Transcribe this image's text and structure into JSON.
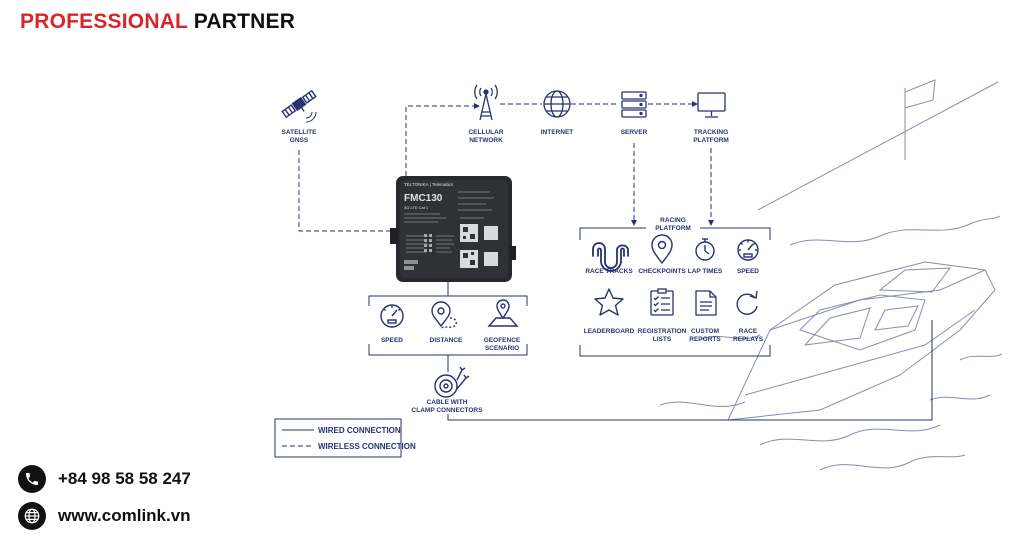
{
  "header": {
    "brand_part1": "PROFESSIONAL",
    "brand_part2": "PARTNER",
    "brand_color": "#d7262b"
  },
  "diagram": {
    "line_color": "#2a3170",
    "nodes": {
      "satellite": [
        "SATELLITE",
        "GNSS"
      ],
      "cellular": [
        "CELLULAR",
        "NETWORK"
      ],
      "internet": [
        "INTERNET"
      ],
      "server": [
        "SERVER"
      ],
      "tracking": [
        "TRACKING",
        "PLATFORM"
      ]
    },
    "device": {
      "brand": "TELTONIKA | Telematics",
      "model": "FMC130",
      "subtitle": "4G LTE Cat 1"
    },
    "racing_platform": {
      "title": [
        "RACING",
        "PLATFORM"
      ],
      "items": [
        {
          "icon": "race-tracks-icon",
          "label": [
            "RACE TRACKS"
          ]
        },
        {
          "icon": "checkpoint-icon",
          "label": [
            "CHECKPOINTS"
          ]
        },
        {
          "icon": "stopwatch-icon",
          "label": [
            "LAP TIMES"
          ]
        },
        {
          "icon": "speedometer-icon",
          "label": [
            "SPEED"
          ]
        },
        {
          "icon": "star-icon",
          "label": [
            "LEADERBOARD"
          ]
        },
        {
          "icon": "checklist-icon",
          "label": [
            "REGISTRATION",
            "LISTS"
          ]
        },
        {
          "icon": "report-icon",
          "label": [
            "CUSTOM",
            "REPORTS"
          ]
        },
        {
          "icon": "replay-icon",
          "label": [
            "RACE",
            "REPLAYS"
          ]
        }
      ]
    },
    "device_features": [
      {
        "icon": "speedometer-icon",
        "label": [
          "SPEED"
        ]
      },
      {
        "icon": "route-pin-icon",
        "label": [
          "DISTANCE"
        ]
      },
      {
        "icon": "geofence-map-icon",
        "label": [
          "GEOFENCE",
          "SCENARIO"
        ]
      }
    ],
    "cable": [
      "CABLE WITH",
      "CLAMP CONNECTORS"
    ],
    "legend": {
      "wired": "WIRED CONNECTION",
      "wireless": "WIRELESS CONNECTION"
    }
  },
  "contact": {
    "phone": "+84 98 58 58 247",
    "website": "www.comlink.vn"
  }
}
